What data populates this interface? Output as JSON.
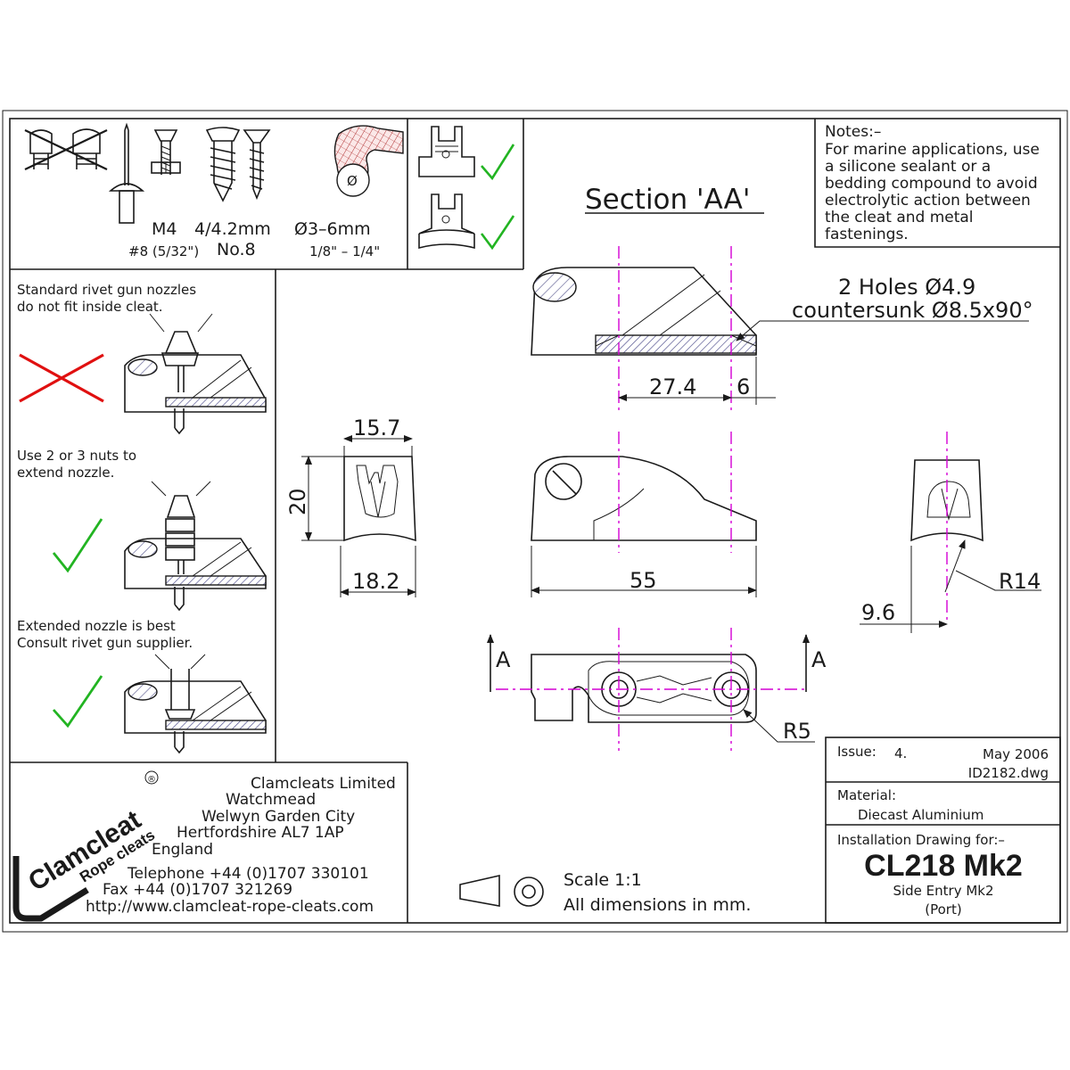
{
  "drawing": {
    "section_title": "Section 'AA'",
    "notes": [
      "Notes:–",
      "For marine applications, use",
      "a silicone sealant or a",
      "bedding compound to avoid",
      "electrolytic action between",
      "the cleat and metal",
      "fastenings."
    ],
    "holes_label_1": "2 Holes Ø4.9",
    "holes_label_2": "countersunk Ø8.5x90°",
    "dims": {
      "d274": "27.4",
      "d6": "6",
      "d157": "15.7",
      "d20": "20",
      "d182": "18.2",
      "d55": "55",
      "r14": "R14",
      "d96": "9.6",
      "r5": "R5",
      "section_a": "A"
    },
    "fasteners": {
      "m4": "M4",
      "size_42": "4/4.2mm",
      "rope": "Ø3–6mm",
      "hash8": "#8 (5/32\")",
      "no8": "No.8",
      "inch": "1/8\" – 1/4\"",
      "rope_dia": "Ø"
    },
    "rivet_notes": {
      "n1": [
        "Standard rivet gun nozzles",
        "do not fit inside cleat."
      ],
      "n2": [
        "Use 2 or 3 nuts to",
        "extend nozzle."
      ],
      "n3": [
        "Extended nozzle is best",
        "Consult rivet gun supplier."
      ]
    },
    "company": {
      "brand": "Clamcleat",
      "reg": "®",
      "tagline": "Rope cleats",
      "address": [
        "Clamcleats Limited",
        "Watchmead",
        "Welwyn Garden City",
        "Hertfordshire AL7 1AP",
        "England"
      ],
      "phone": "Telephone +44 (0)1707 330101",
      "fax": "Fax +44 (0)1707 321269",
      "web": "http://www.clamcleat-rope-cleats.com"
    },
    "scale": {
      "scale": "Scale 1:1",
      "units": "All dimensions in mm."
    },
    "title_block": {
      "issue_label": "Issue:",
      "issue": "4.",
      "date": "May 2006",
      "file": "ID2182.dwg",
      "material_label": "Material:",
      "material": "Diecast Aluminium",
      "install_label": "Installation Drawing for:–",
      "product": "CL218 Mk2",
      "desc": "Side Entry Mk2",
      "port": "(Port)"
    }
  },
  "colors": {
    "line": "#1a1a1a",
    "centerline": "#d400d4",
    "check": "#22b422",
    "cross": "#e01010",
    "hatch": "#7a7aa8"
  }
}
